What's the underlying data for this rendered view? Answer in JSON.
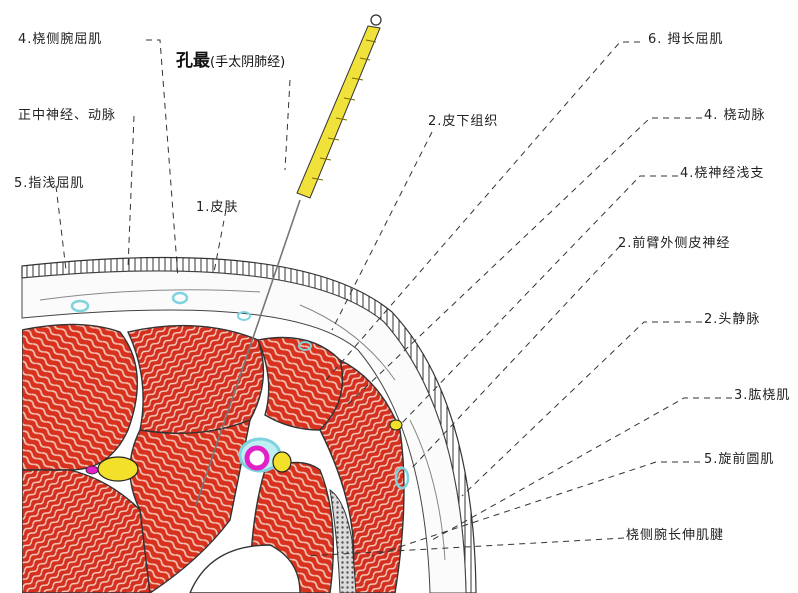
{
  "title": {
    "point": "孔最",
    "meridian": "(手太阴肺经)"
  },
  "labels": {
    "l1": "4.桡侧腕屈肌",
    "l2": "正中神经、动脉",
    "l3": "5.指浅屈肌",
    "l4": "1.皮肤",
    "l5": "2.皮下组织",
    "r1": "6. 拇长屈肌",
    "r2": "4. 桡动脉",
    "r3": "4.桡神经浅支",
    "r4": "2.前臂外侧皮神经",
    "r5": "2.头静脉",
    "r6": "3.肱桡肌",
    "r7": "5.旋前圆肌",
    "r8": "桡侧腕长伸肌腱"
  },
  "colors": {
    "muscle": "#d8321e",
    "muscle_stripe": "#f3c3b4",
    "needle": "#f0e23a",
    "vein": "#7fd3df",
    "artery_ring": "#e022c8",
    "nerve": "#f2e02a",
    "skin_border": "#444444"
  }
}
